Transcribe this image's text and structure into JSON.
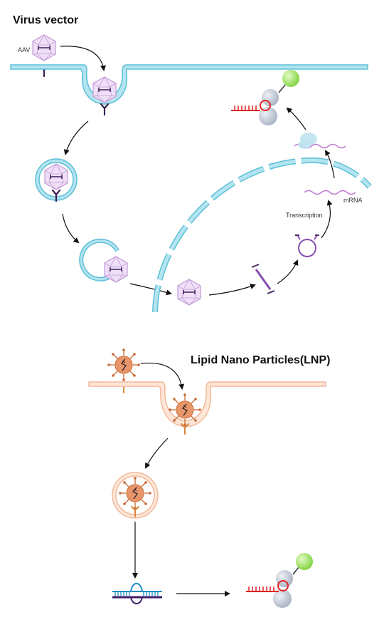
{
  "sections": {
    "virus": {
      "title": "Virus vector",
      "aav_label": "AAV",
      "transcription_label": "Transcription",
      "mrna_label": "mRNA"
    },
    "lnp": {
      "title": "Lipid Nano Particles(LNP)"
    }
  },
  "colors": {
    "membrane": "#5bc0d8",
    "membrane_fill": "#b4e4f0",
    "capsid_fill": "#efe0f7",
    "capsid_stroke": "#c39bd8",
    "receptor": "#3a1f4f",
    "dna": "#8a4fb0",
    "mrna": "#c07ad2",
    "lnp_membrane": "#f4b99a",
    "lnp_particle": "#e0895e",
    "lnp_spike": "#c76b36",
    "rna_red": "#e02424",
    "ribosome": "#c2c9d6",
    "protein_green": "#9ee35b",
    "dsdna_blue": "#1b8dc7",
    "dsdna_purple": "#3d1e6b"
  }
}
